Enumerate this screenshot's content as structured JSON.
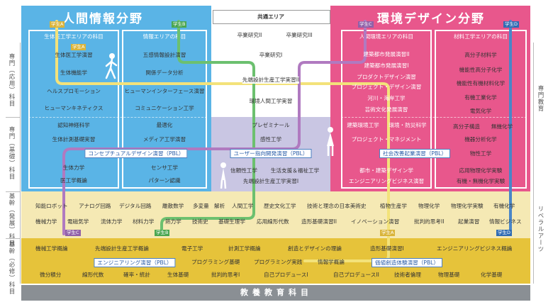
{
  "colors": {
    "human": "#5ab4e6",
    "env": "#e8578c",
    "common": "#ffffff",
    "liberal": "#f5e9b4",
    "required": "#e6c33a",
    "general": "#8a8f94",
    "greenPath": "#6cc06f",
    "purplePath": "#b07ac0",
    "yellowPath": "#f3e27a",
    "bluePath": "#4a86c8"
  },
  "icons": {
    "walker": "person-walking-icon",
    "woman": "person-standing-icon"
  },
  "headers": {
    "human": "人間情報分野",
    "env": "環境デザイン分野",
    "common": "共通エリア"
  },
  "badges": {
    "a": "学生A",
    "b": "学生B",
    "c": "学生C",
    "d": "学生D"
  },
  "side": {
    "applied": "専門（応用）科目",
    "basic": "専門（基礎）科目",
    "advanced": "基幹（発展）科目",
    "required": "基幹（必修）科目",
    "senmon": "専門教育",
    "liberal": "リベラルアーツ"
  },
  "cols": {
    "bio": {
      "head": "生体医工学エリアの科目",
      "items": [
        "生体医工学演習",
        "生体機能学",
        "ヘルスプロモーション",
        "ヒューマンキネティクス",
        "認知神経科学",
        "生体計測基礎実習",
        "生体力学",
        "医工学概論"
      ]
    },
    "info": {
      "head": "情報エリアの科目",
      "items": [
        "五感情報設計演習",
        "関係データ分析",
        "ヒューマンインターフェース演習",
        "コミュニケーション工学",
        "最適化",
        "メディア工学演習",
        "センサ工学",
        "パターン認識"
      ]
    },
    "common": {
      "items": [
        "卒業研究II",
        "卒業研究III",
        "卒業研究I",
        "先端設計生産工学実習II",
        "環境人間工学実習",
        "プレゼミナール",
        "感性工学",
        "信頼性工学",
        "生活支援＆福祉工学",
        "先端設計生産工学実習I"
      ]
    },
    "urban": {
      "head": "人間環境エリアの科目",
      "items": [
        "建築都市発展演習II",
        "建築都市発展演習I",
        "プロダクトデザイン演習",
        "プロジェクト・デザイン演習",
        "河川・海岸工学",
        "芸術文化発展演習",
        "建築環境工学",
        "環境・防災科学",
        "プロジェクト・マネジメント",
        "都市・建築デザイン学",
        "エンジニアリングビジネス演習"
      ]
    },
    "mat": {
      "head": "材料工学エリアの科目",
      "items": [
        "高分子材料学",
        "機能性高分子化学",
        "機能性有機材料化学",
        "有機工業化学",
        "電気化学",
        "高分子構造",
        "無機化学",
        "機器分析化学",
        "物性工学",
        "応用物理化学実験",
        "有機・無機化学実験"
      ]
    }
  },
  "pbl": {
    "concept": "コンセプチュアルデザイン演習（PBL）",
    "user": "ユーザー指向開発演習（PBL）",
    "social": "社会改善起業演習（PBL）",
    "eng": "エンジニアリング演習（PBL）",
    "value": "価値創造体験演習（PBL）"
  },
  "advanced": {
    "row1": [
      "知能ロボット",
      "アナログ回路",
      "デジタル回路",
      "離散数学",
      "多変量",
      "解析",
      "人間工学",
      "歴史文化工学",
      "技術と理念の日本美術史",
      "植物生産学",
      "物理化学",
      "物理化学実験",
      "有機化学"
    ],
    "row2": [
      "機械力学",
      "電磁気学",
      "流体力学",
      "材料力学",
      "熱力学",
      "技術史",
      "基礎生理学",
      "応用線形代数",
      "造形基礎演習II",
      "イノベーション演習",
      "批判的思考II",
      "起業演習",
      "情報ビジネス"
    ]
  },
  "required": {
    "row1": [
      "機械工学概論",
      "先端設計生産工学概論",
      "電子工学",
      "計測工学概論",
      "創造とデザインの理論",
      "造形基礎演習I",
      "エンジニアリングビジネス概論"
    ],
    "row2": [
      "プログラミング基礎",
      "プログラミング実践",
      "情報学概論"
    ],
    "row3": [
      "微分積分",
      "線形代数",
      "確率・統計",
      "生体基礎",
      "批判的思考I",
      "自己プロデュースI",
      "自己プロデュースII",
      "技術者倫理",
      "物理基礎",
      "化学基礎"
    ]
  },
  "general": "教養教育科目"
}
